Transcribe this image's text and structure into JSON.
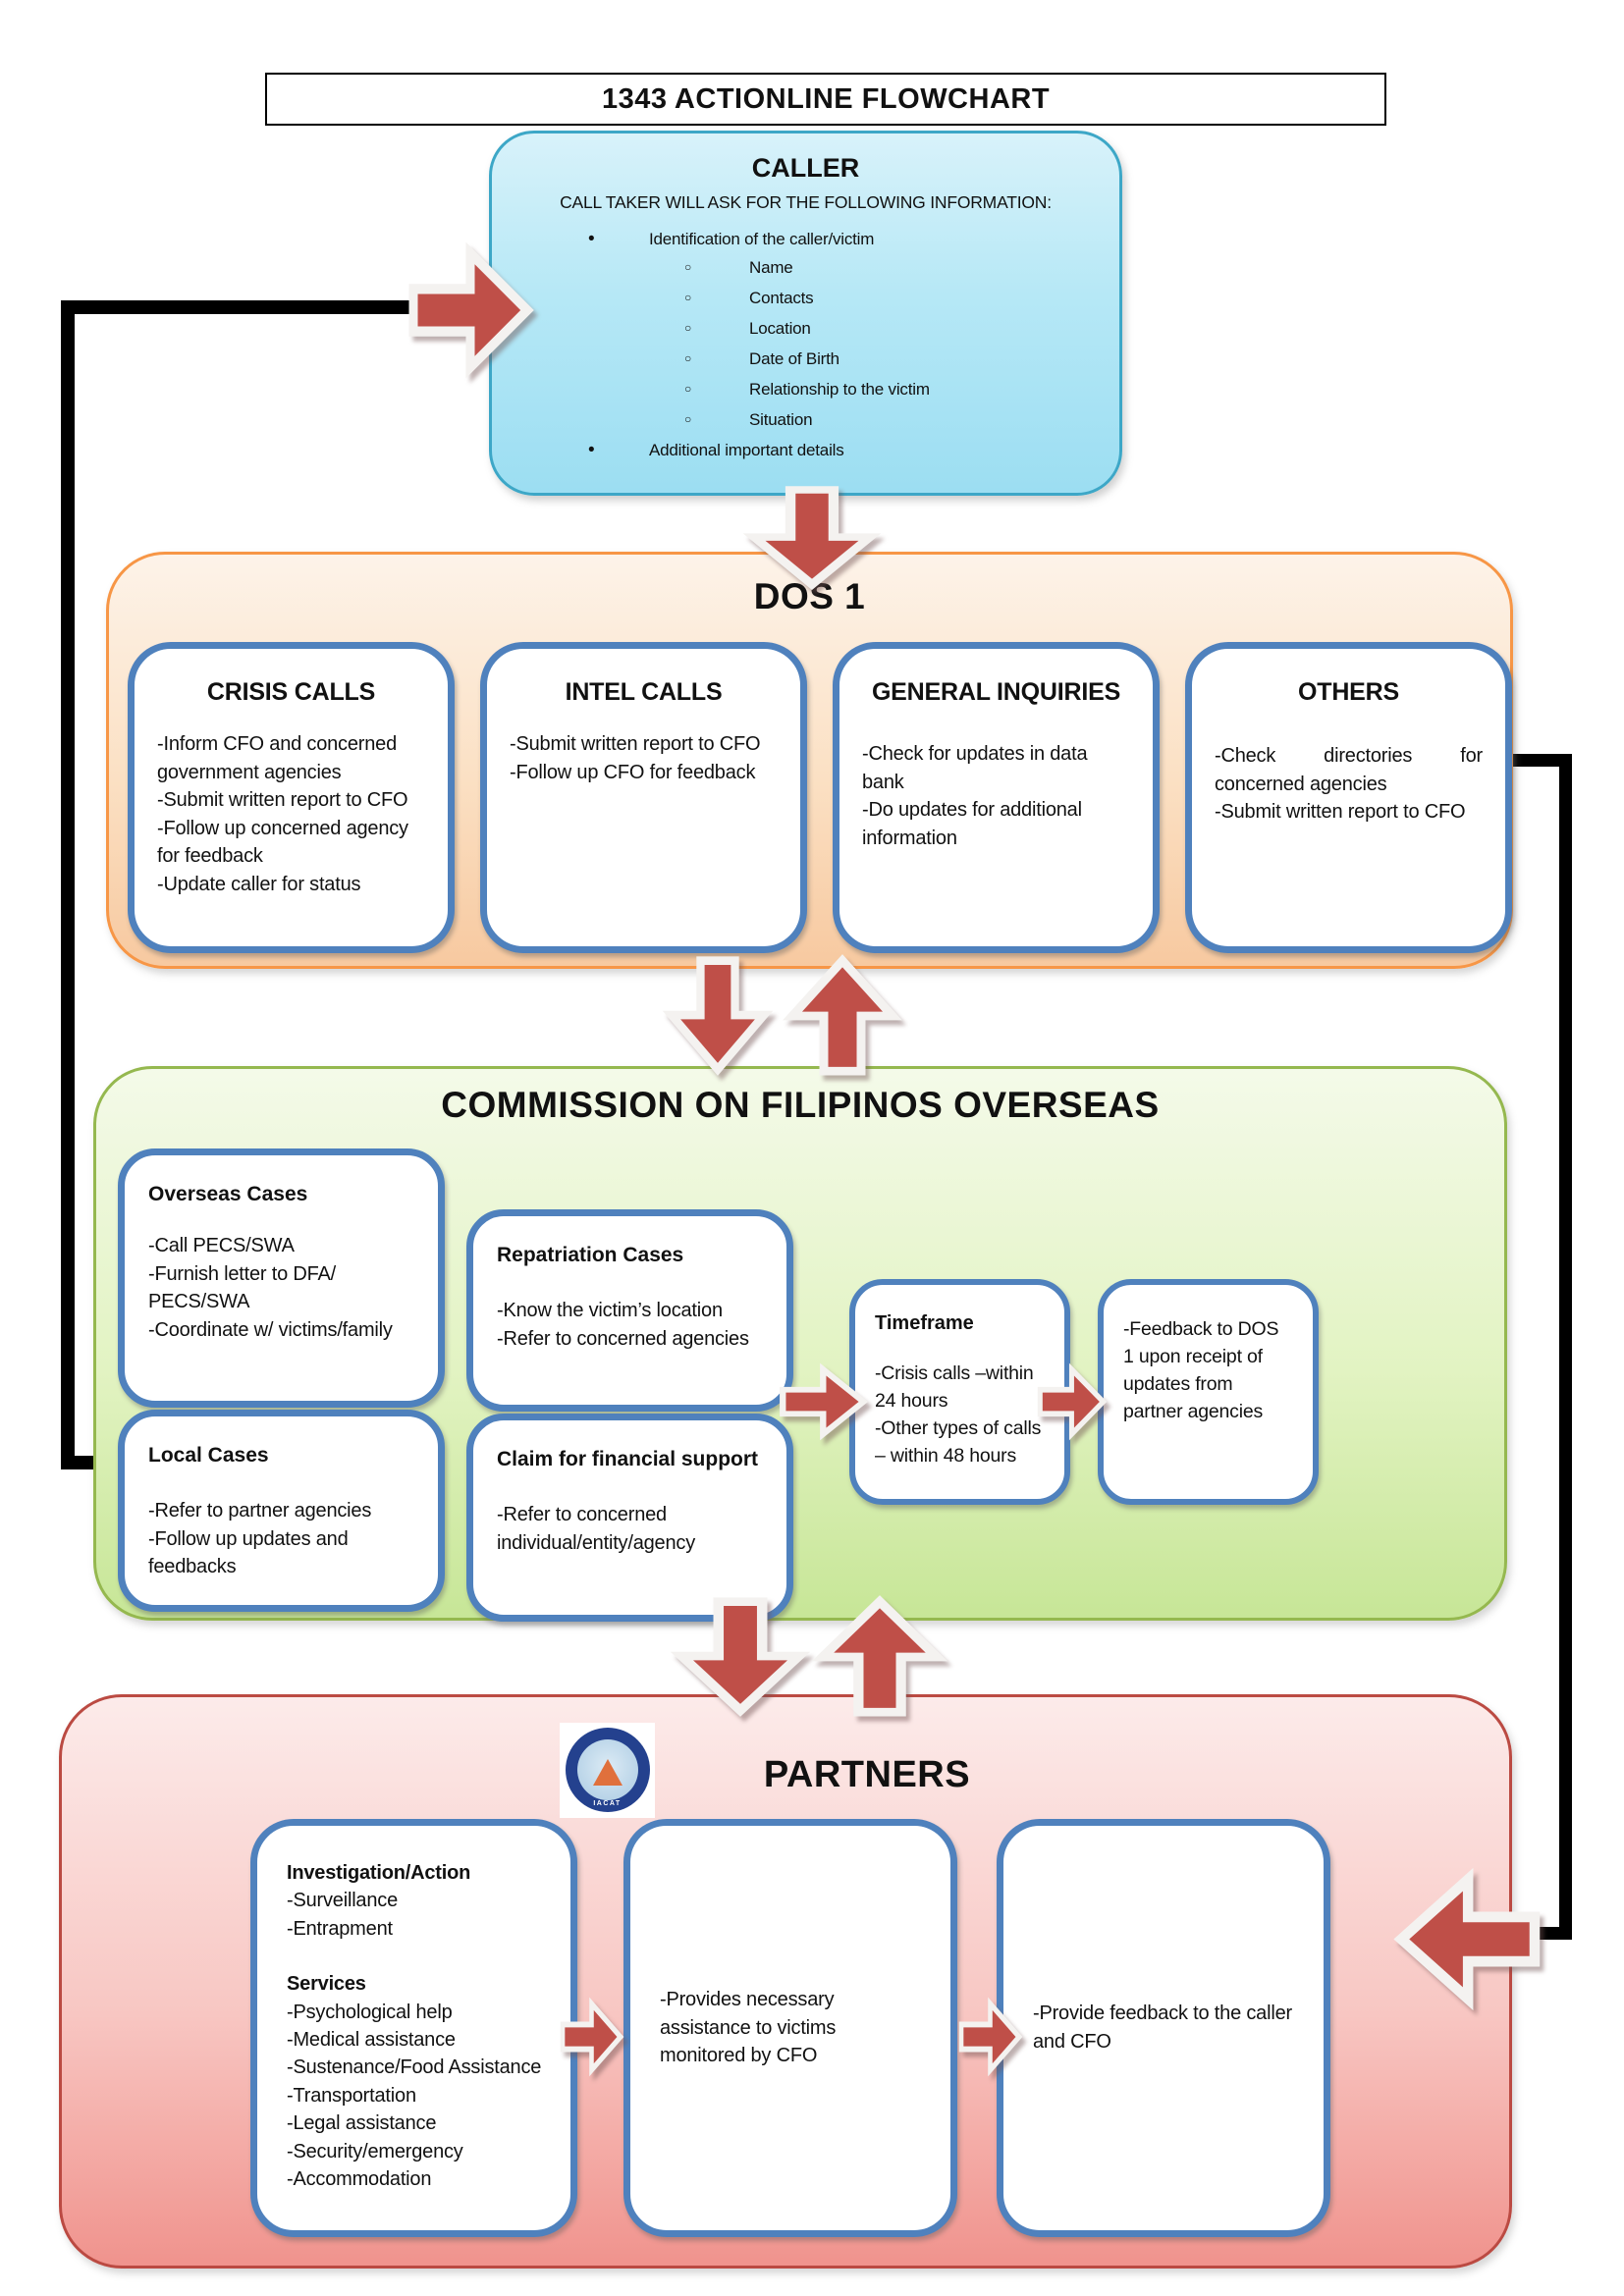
{
  "page_title": "1343 ACTIONLINE FLOWCHART",
  "colors": {
    "arrow_red": "#bf4f48",
    "box_border_blue": "#4f81bd",
    "caller_border": "#3da7c7",
    "dos1_border": "#f79646",
    "cfo_border": "#95b84f",
    "partners_border": "#bb4a42"
  },
  "caller": {
    "title": "CALLER",
    "subtitle": "CALL TAKER WILL ASK FOR THE FOLLOWING INFORMATION:",
    "bullets": {
      "identification": "Identification of the caller/victim",
      "sub_items": [
        "Name",
        "Contacts",
        "Location",
        "Date of Birth",
        "Relationship to the victim",
        "Situation"
      ],
      "additional": "Additional important details"
    }
  },
  "dos1": {
    "title": "DOS 1",
    "boxes": [
      {
        "title": "CRISIS CALLS",
        "lines": [
          "-Inform CFO and concerned government agencies",
          "-Submit written report to CFO",
          "-Follow up concerned agency for feedback",
          "-Update caller for status"
        ]
      },
      {
        "title": "INTEL CALLS",
        "lines": [
          "-Submit written report to CFO",
          "-Follow up CFO for feedback"
        ]
      },
      {
        "title": "GENERAL INQUIRIES",
        "lines": [
          "-Check for updates in data bank",
          "-Do updates for additional information"
        ]
      },
      {
        "title": "OTHERS",
        "lines": [
          "-Check directories for concerned agencies",
          "-Submit written report to CFO"
        ]
      }
    ]
  },
  "cfo": {
    "title": "COMMISSION ON FILIPINOS OVERSEAS",
    "overseas_cases": {
      "title": "Overseas Cases",
      "lines": [
        "-Call PECS/SWA",
        "-Furnish letter to DFA/ PECS/SWA",
        "-Coordinate w/ victims/family"
      ]
    },
    "repatriation_cases": {
      "title": "Repatriation Cases",
      "lines": [
        "-Know the victim’s location",
        "-Refer to concerned agencies"
      ]
    },
    "local_cases": {
      "title": "Local Cases",
      "lines": [
        "-Refer to partner agencies",
        "-Follow up updates and feedbacks"
      ]
    },
    "financial_claim": {
      "title": "Claim for financial support",
      "lines": [
        "-Refer to concerned individual/entity/agency"
      ]
    },
    "timeframe": {
      "title": "Timeframe",
      "lines": [
        "-Crisis calls –within 24 hours",
        "-Other types of calls – within 48 hours"
      ]
    },
    "feedback": {
      "lines": [
        "-Feedback to DOS 1 upon receipt of updates from partner agencies"
      ]
    }
  },
  "partners": {
    "title": "PARTNERS",
    "logo_text": "IACAT",
    "investigation": {
      "title": "Investigation/Action",
      "lines": [
        "-Surveillance",
        "-Entrapment"
      ],
      "services_title": "Services",
      "services_lines": [
        "-Psychological help",
        "-Medical assistance",
        "-Sustenance/Food Assistance",
        "-Transportation",
        "-Legal assistance",
        "-Security/emergency",
        "-Accommodation"
      ]
    },
    "assistance": {
      "lines": [
        "-Provides necessary assistance to victims monitored by CFO"
      ]
    },
    "feedback": {
      "lines": [
        "-Provide feedback to the caller and CFO"
      ]
    }
  }
}
